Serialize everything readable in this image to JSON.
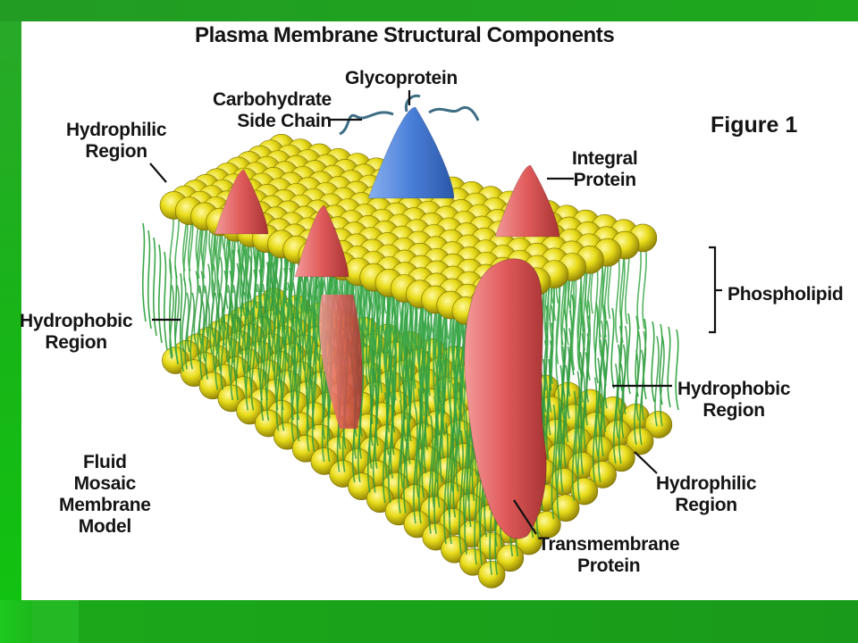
{
  "title": "Plasma Membrane Structural Components",
  "figure_label": "Figure 1",
  "labels": {
    "glycoprotein": "Glycoprotein",
    "carbohydrate": [
      "Carbohydrate",
      "Side Chain"
    ],
    "hydrophilic_top": [
      "Hydrophilic",
      "Region"
    ],
    "integral_protein": [
      "Integral",
      "Protein"
    ],
    "phospholipid": "Phospholipid",
    "hydrophobic_left": [
      "Hydrophobic",
      "Region"
    ],
    "hydrophobic_right": [
      "Hydrophobic",
      "Region"
    ],
    "hydrophilic_bottom": [
      "Hydrophilic",
      "Region"
    ],
    "fluid_mosaic": [
      "Fluid",
      "Mosaic",
      "Membrane",
      "Model"
    ],
    "transmembrane": [
      "Transmembrane",
      "Protein"
    ]
  },
  "colors": {
    "head": "#e8dc1a",
    "tail": "#3aa848",
    "integral_protein": "#e05a5a",
    "glycoprotein": "#4a7fd8",
    "frame_green": "#1f9e1f"
  }
}
